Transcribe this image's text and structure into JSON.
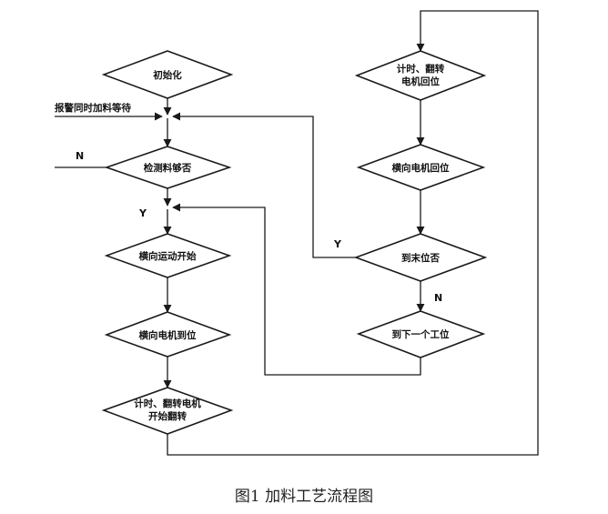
{
  "diagram": {
    "nodes": {
      "init": "初始化",
      "check_material": "检测料够否",
      "traverse_start": "横向运动开始",
      "traverse_motor_arrive": "横向电机到位",
      "timing_flip_start_line1": "计时、翻转电机",
      "timing_flip_start_line2": "开始翻转",
      "timing_flip_return_line1": "计时、翻转",
      "timing_flip_return_line2": "电机回位",
      "traverse_return": "横向电机回位",
      "at_end": "到末位否",
      "next_station": "到下一个工位"
    },
    "labels": {
      "alarm_wait": "报警同时加料等待",
      "left_no": "N",
      "left_yes": "Y",
      "end_yes": "Y",
      "end_no": "N"
    }
  },
  "caption": "图1 加料工艺流程图",
  "colors": {
    "line": "#1a1a1a",
    "text": "#111111",
    "background": "#ffffff"
  }
}
